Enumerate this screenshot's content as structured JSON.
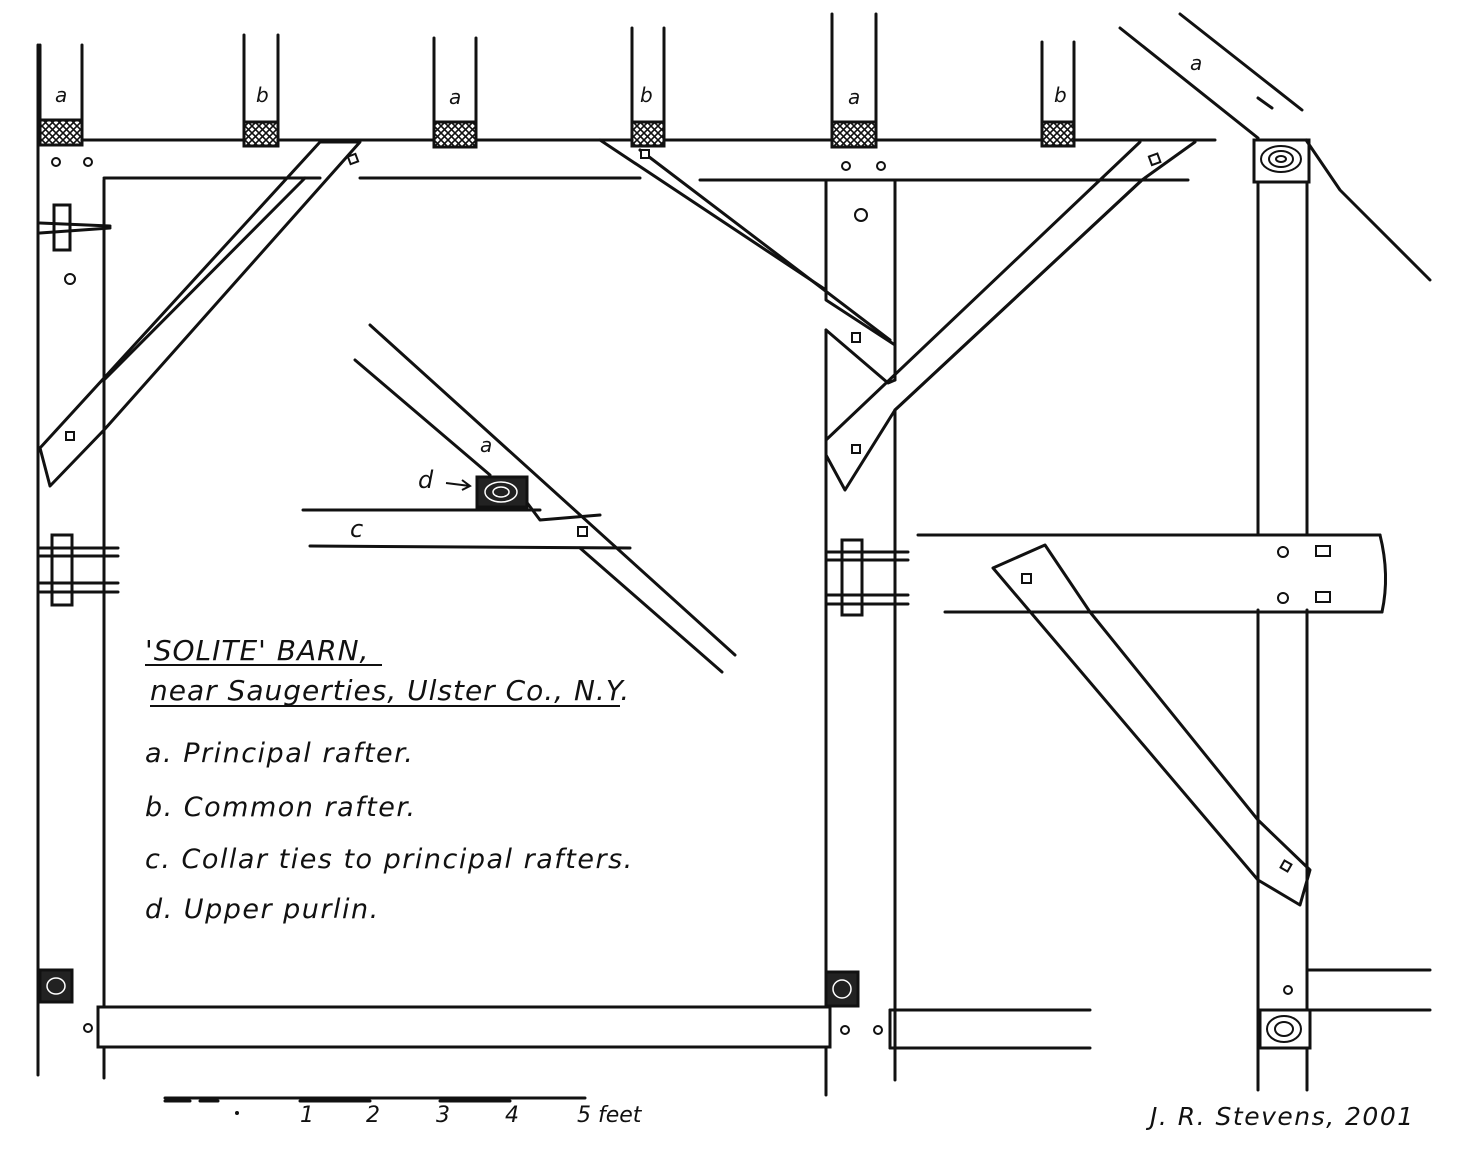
{
  "rafter_labels": [
    "a",
    "b",
    "a",
    "b",
    "a",
    "b",
    "a"
  ],
  "detail_labels": {
    "rafter": "a",
    "purlin": "d",
    "collar": "c"
  },
  "title": {
    "line1": "'SOLITE' BARN,",
    "line2": "near Saugerties, Ulster Co., N.Y."
  },
  "legend": [
    "a.  Principal rafter.",
    "b.  Common rafter.",
    "c.  Collar ties to principal rafters.",
    "d.  Upper purlin."
  ],
  "scale": {
    "ticks": [
      "1",
      "2",
      "3",
      "4",
      "5 feet"
    ]
  },
  "signature": "J. R. Stevens, 2001"
}
